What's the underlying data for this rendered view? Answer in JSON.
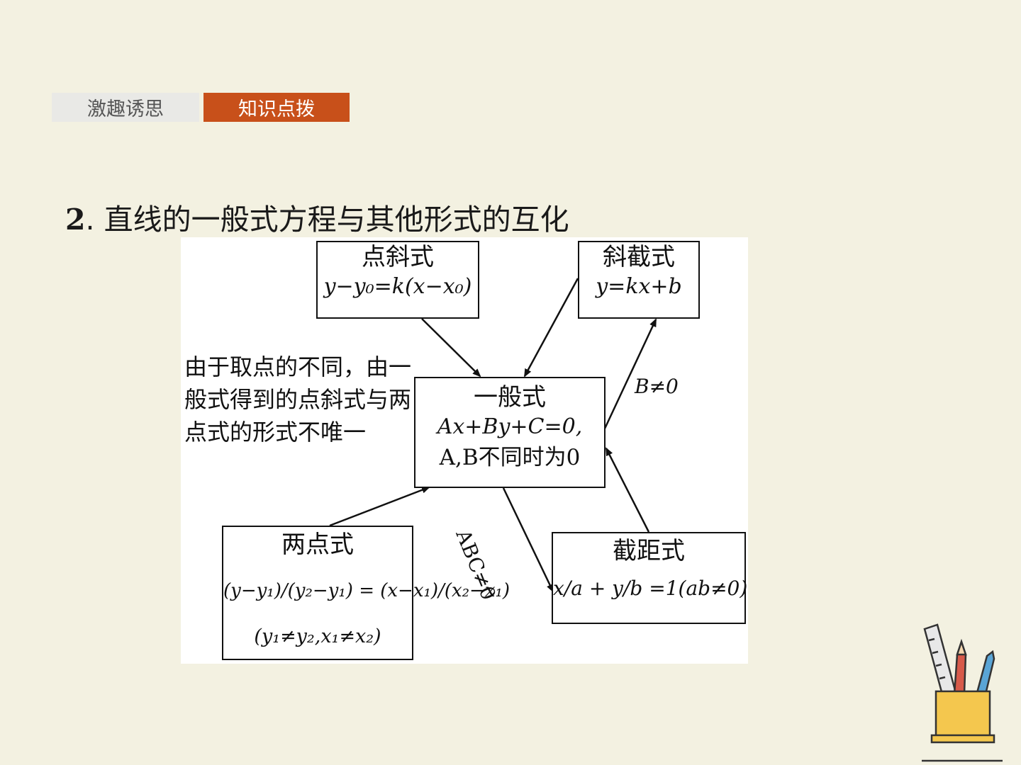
{
  "tabs": [
    {
      "label": "激趣诱思",
      "active": false
    },
    {
      "label": "知识点拨",
      "active": true
    }
  ],
  "heading": {
    "number": "2",
    "text": ". 直线的一般式方程与其他形式的互化"
  },
  "diagram": {
    "point_slope": {
      "title": "点斜式",
      "formula": "y−y₀=k(x−x₀)"
    },
    "slope_intercept": {
      "title": "斜截式",
      "formula": "y=kx+b"
    },
    "general": {
      "title": "一般式",
      "formula": "Ax+By+C=0,",
      "condition": "A,B不同时为0"
    },
    "two_point": {
      "title": "两点式",
      "formula": "(y−y₁)/(y₂−y₁) = (x−x₁)/(x₂−x₁)",
      "condition": "(y₁≠y₂,x₁≠x₂)"
    },
    "intercept": {
      "title": "截距式",
      "formula": "x/a + y/b =1(ab≠0)"
    },
    "note": "由于取点的不同，由一般式得到的点斜式与两点式的形式不唯一",
    "cond_b": "B≠0",
    "cond_abc": "ABC≠0"
  },
  "colors": {
    "background": "#f3f1e1",
    "accent": "#c8501a",
    "inactive_tab": "#e9e9e6"
  },
  "icons": [
    "pencil-cup-icon"
  ]
}
